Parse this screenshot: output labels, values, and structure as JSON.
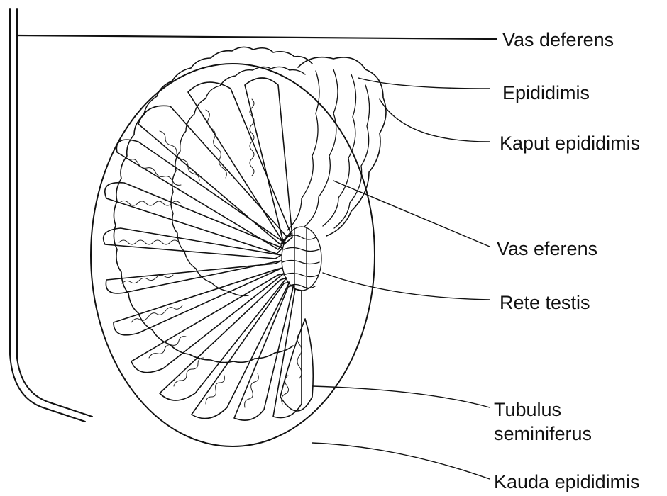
{
  "labels": {
    "vas_deferens": "Vas deferens",
    "epididimis": "Epididimis",
    "kaput_epididimis": "Kaput epididimis",
    "vas_eferens": "Vas eferens",
    "rete_testis": "Rete testis",
    "tubulus_line1": "Tubulus",
    "tubulus_line2": "seminiferus",
    "kauda_epididimis": "Kauda epididimis"
  },
  "colors": {
    "ink": "#111111",
    "paper": "#ffffff"
  }
}
